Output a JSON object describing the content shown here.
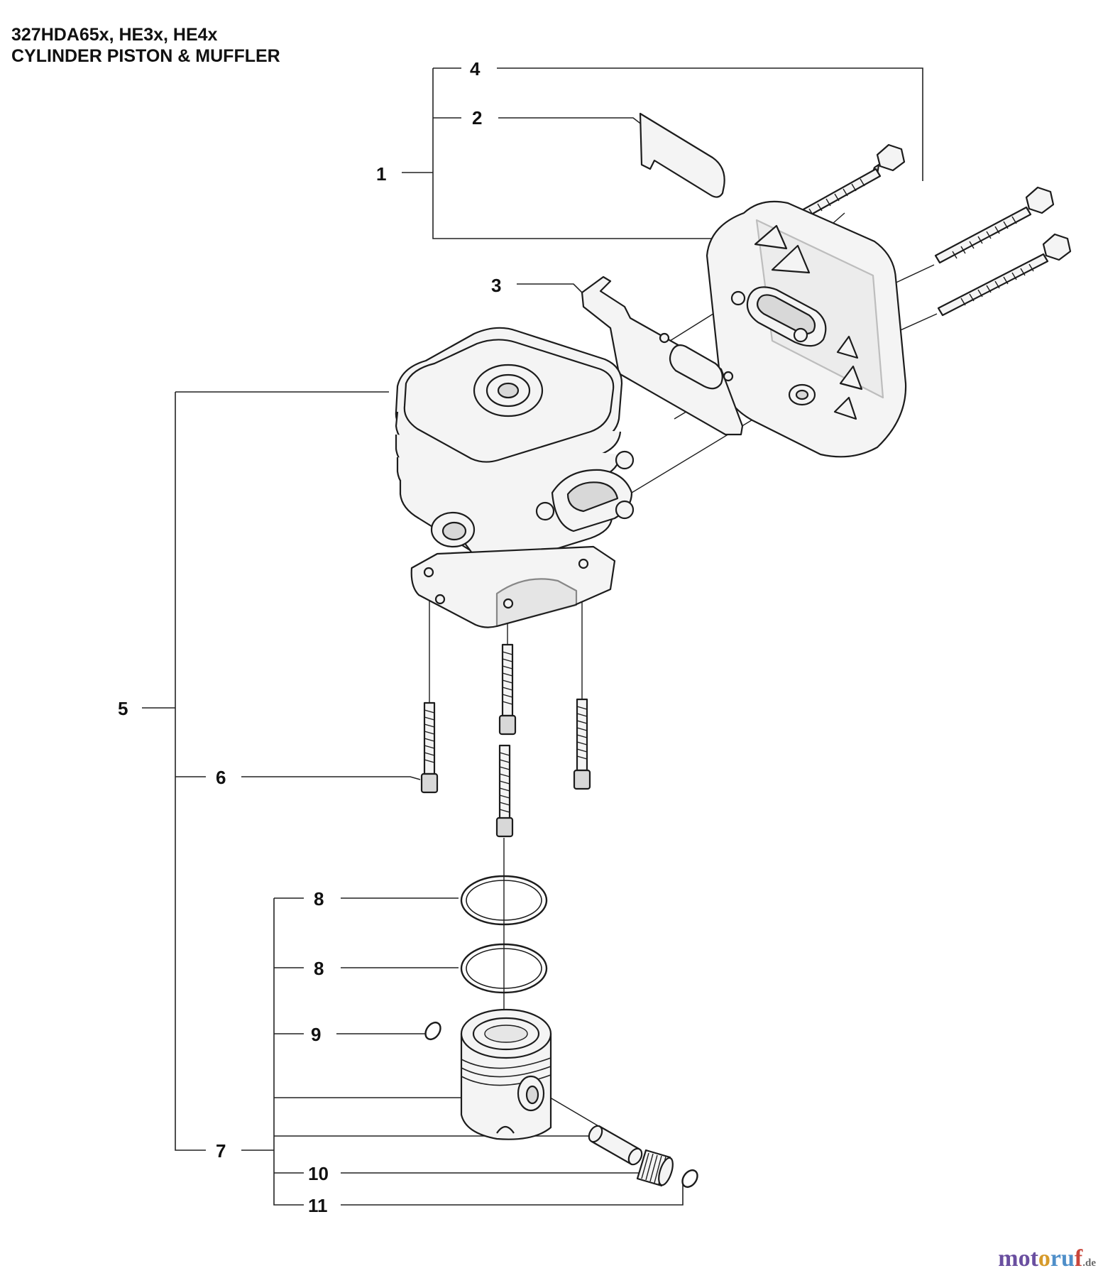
{
  "header": {
    "model_line": "327HDA65x, HE3x, HE4x",
    "section_title": "CYLINDER PISTON & MUFFLER"
  },
  "callouts": {
    "c1": "1",
    "c2": "2",
    "c3": "3",
    "c4": "4",
    "c5": "5",
    "c6": "6",
    "c7": "7",
    "c8a": "8",
    "c8b": "8",
    "c9": "9",
    "c10": "10",
    "c11": "11"
  },
  "watermark": {
    "part1": "mot",
    "part2": "o",
    "part3": "ru",
    "part4": "f",
    "suffix": ".de",
    "colors": [
      "#6a4fa0",
      "#d69a2a",
      "#4f8fc9",
      "#c9463b"
    ]
  }
}
